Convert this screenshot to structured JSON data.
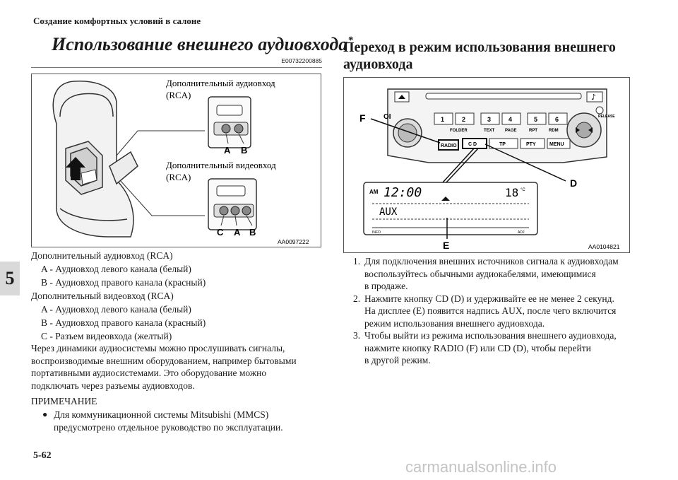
{
  "header": {
    "section": "Создание комфортных условий в салоне"
  },
  "chapter_tab": "5",
  "left": {
    "title": "Использование внешнего аудиовхода",
    "title_mark": "*",
    "code": "E00732200885",
    "figure": {
      "label_audio": "Дополнительный аудиовход",
      "label_audio_rca": "(RCA)",
      "label_video": "Дополнительный видеовход",
      "label_video_rca": "(RCA)",
      "jack_a": "A",
      "jack_b": "B",
      "jack_c": "C",
      "code": "AA0097222"
    },
    "caption": {
      "audio_heading": "Дополнительный аудиовход (RCA)",
      "audio_a": "A -  Аудиовход левого канала (белый)",
      "audio_b": "B -  Аудиовход правого канала (красный)",
      "video_heading": "Дополнительный видеовход (RCA)",
      "video_a": "A -  Аудиовход левого канала (белый)",
      "video_b": "B -  Аудиовход правого канала (красный)",
      "video_c": "C -  Разъем видеовхода (желтый)"
    },
    "body_lines": [
      "Через динамики аудиосистемы можно прослушивать сигналы,",
      "воспроизводимые внешним оборудованием, например бытовыми",
      "портативными аудиосистемами. Это оборудование можно",
      "подключать через разъемы аудиовходов."
    ],
    "note_title": "ПРИМЕЧАНИЕ",
    "note_lines": [
      "Для коммуникационной системы Mitsubishi (MMCS)",
      "предусмотрено отдельное руководство по эксплуатации."
    ]
  },
  "right": {
    "title_line1": "Переход в режим использования внешнего",
    "title_line2": "аудиовхода",
    "figure": {
      "label_f": "F",
      "label_d": "D",
      "label_e": "E",
      "btn_radio": "RADIO",
      "btn_cd": "C D",
      "btn_tp": "TP",
      "btn_pty": "PTY",
      "btn_menu": "MENU",
      "btn_folder": "FOLDER",
      "btn_text": "TEXT",
      "btn_page": "PAGE",
      "btn_rpt": "RPT",
      "btn_rdm": "RDM",
      "btn_release": "RELEASE",
      "preset1": "1",
      "preset2": "2",
      "preset3": "3",
      "preset4": "4",
      "preset5": "5",
      "preset6": "6",
      "disp_am": "AM",
      "disp_time": "12:00",
      "disp_temp": "18",
      "disp_temp_unit": "°C",
      "disp_aux": "AUX",
      "disp_info": "INFO",
      "disp_adj": "ADJ",
      "code": "AA0104821"
    },
    "steps": [
      {
        "num": "1.",
        "lines": [
          "Для подключения внешних источников сигнала к аудиовходам",
          "воспользуйтесь обычными аудиокабелями, имеющимися",
          "в продаже."
        ]
      },
      {
        "num": "2.",
        "lines": [
          "Нажмите кнопку CD (D) и удерживайте ее не менее 2 секунд.",
          "На дисплее (E) появится надпись AUX, после чего включится",
          "режим использования внешнего аудиовхода."
        ]
      },
      {
        "num": "3.",
        "lines": [
          "Чтобы выйти из режима использования внешнего аудиовхода,",
          "нажмите кнопку RADIO (F) или CD (D), чтобы перейти",
          "в другой режим."
        ]
      }
    ]
  },
  "footer": {
    "page": "5-62"
  },
  "watermark": "carmanualsonline.info"
}
